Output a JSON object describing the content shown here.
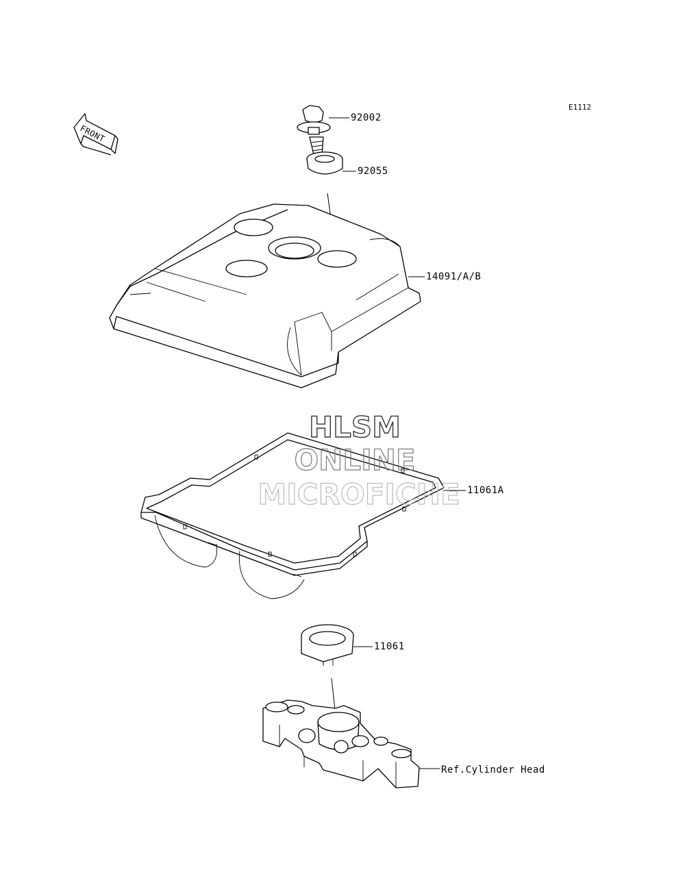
{
  "diagram_code": "E1112",
  "front_arrow_label": "FRONT",
  "watermark": {
    "line1": "HLSM",
    "line2": "ONLINE",
    "line3": "MICROFICHE"
  },
  "callouts": {
    "bolt": "92002",
    "washer": "92055",
    "cover": "14091/A/B",
    "gasket": "11061A",
    "plug_gasket": "11061",
    "cylinder_head": "Ref.Cylinder Head"
  }
}
